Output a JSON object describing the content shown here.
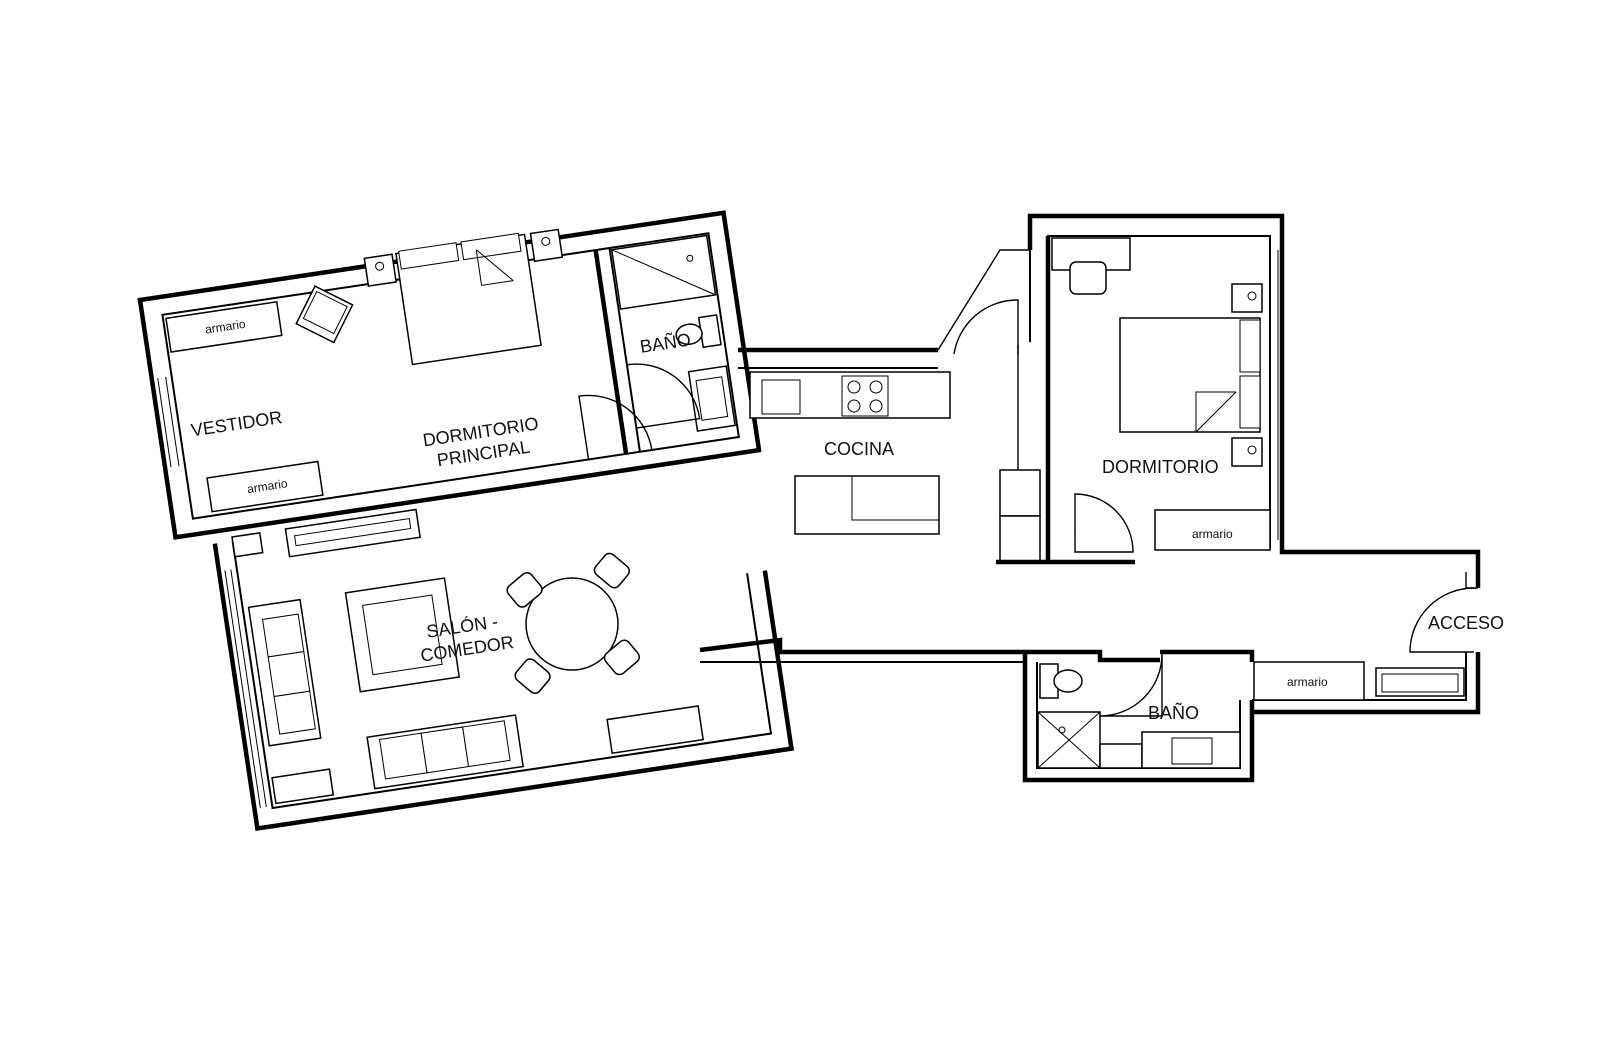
{
  "rooms": {
    "vestidor": "VESTIDOR",
    "dormitorio_principal_1": "DORMITORIO",
    "dormitorio_principal_2": "PRINCIPAL",
    "bano_principal": "BAÑO",
    "cocina": "COCINA",
    "salon_1": "SALÓN -",
    "salon_2": "COMEDOR",
    "dormitorio": "DORMITORIO",
    "bano_2": "BAÑO",
    "acceso": "ACCESO"
  },
  "closets": {
    "vestidor_top": "armario",
    "vestidor_bottom": "armario",
    "dormitorio": "armario",
    "hall": "armario"
  }
}
